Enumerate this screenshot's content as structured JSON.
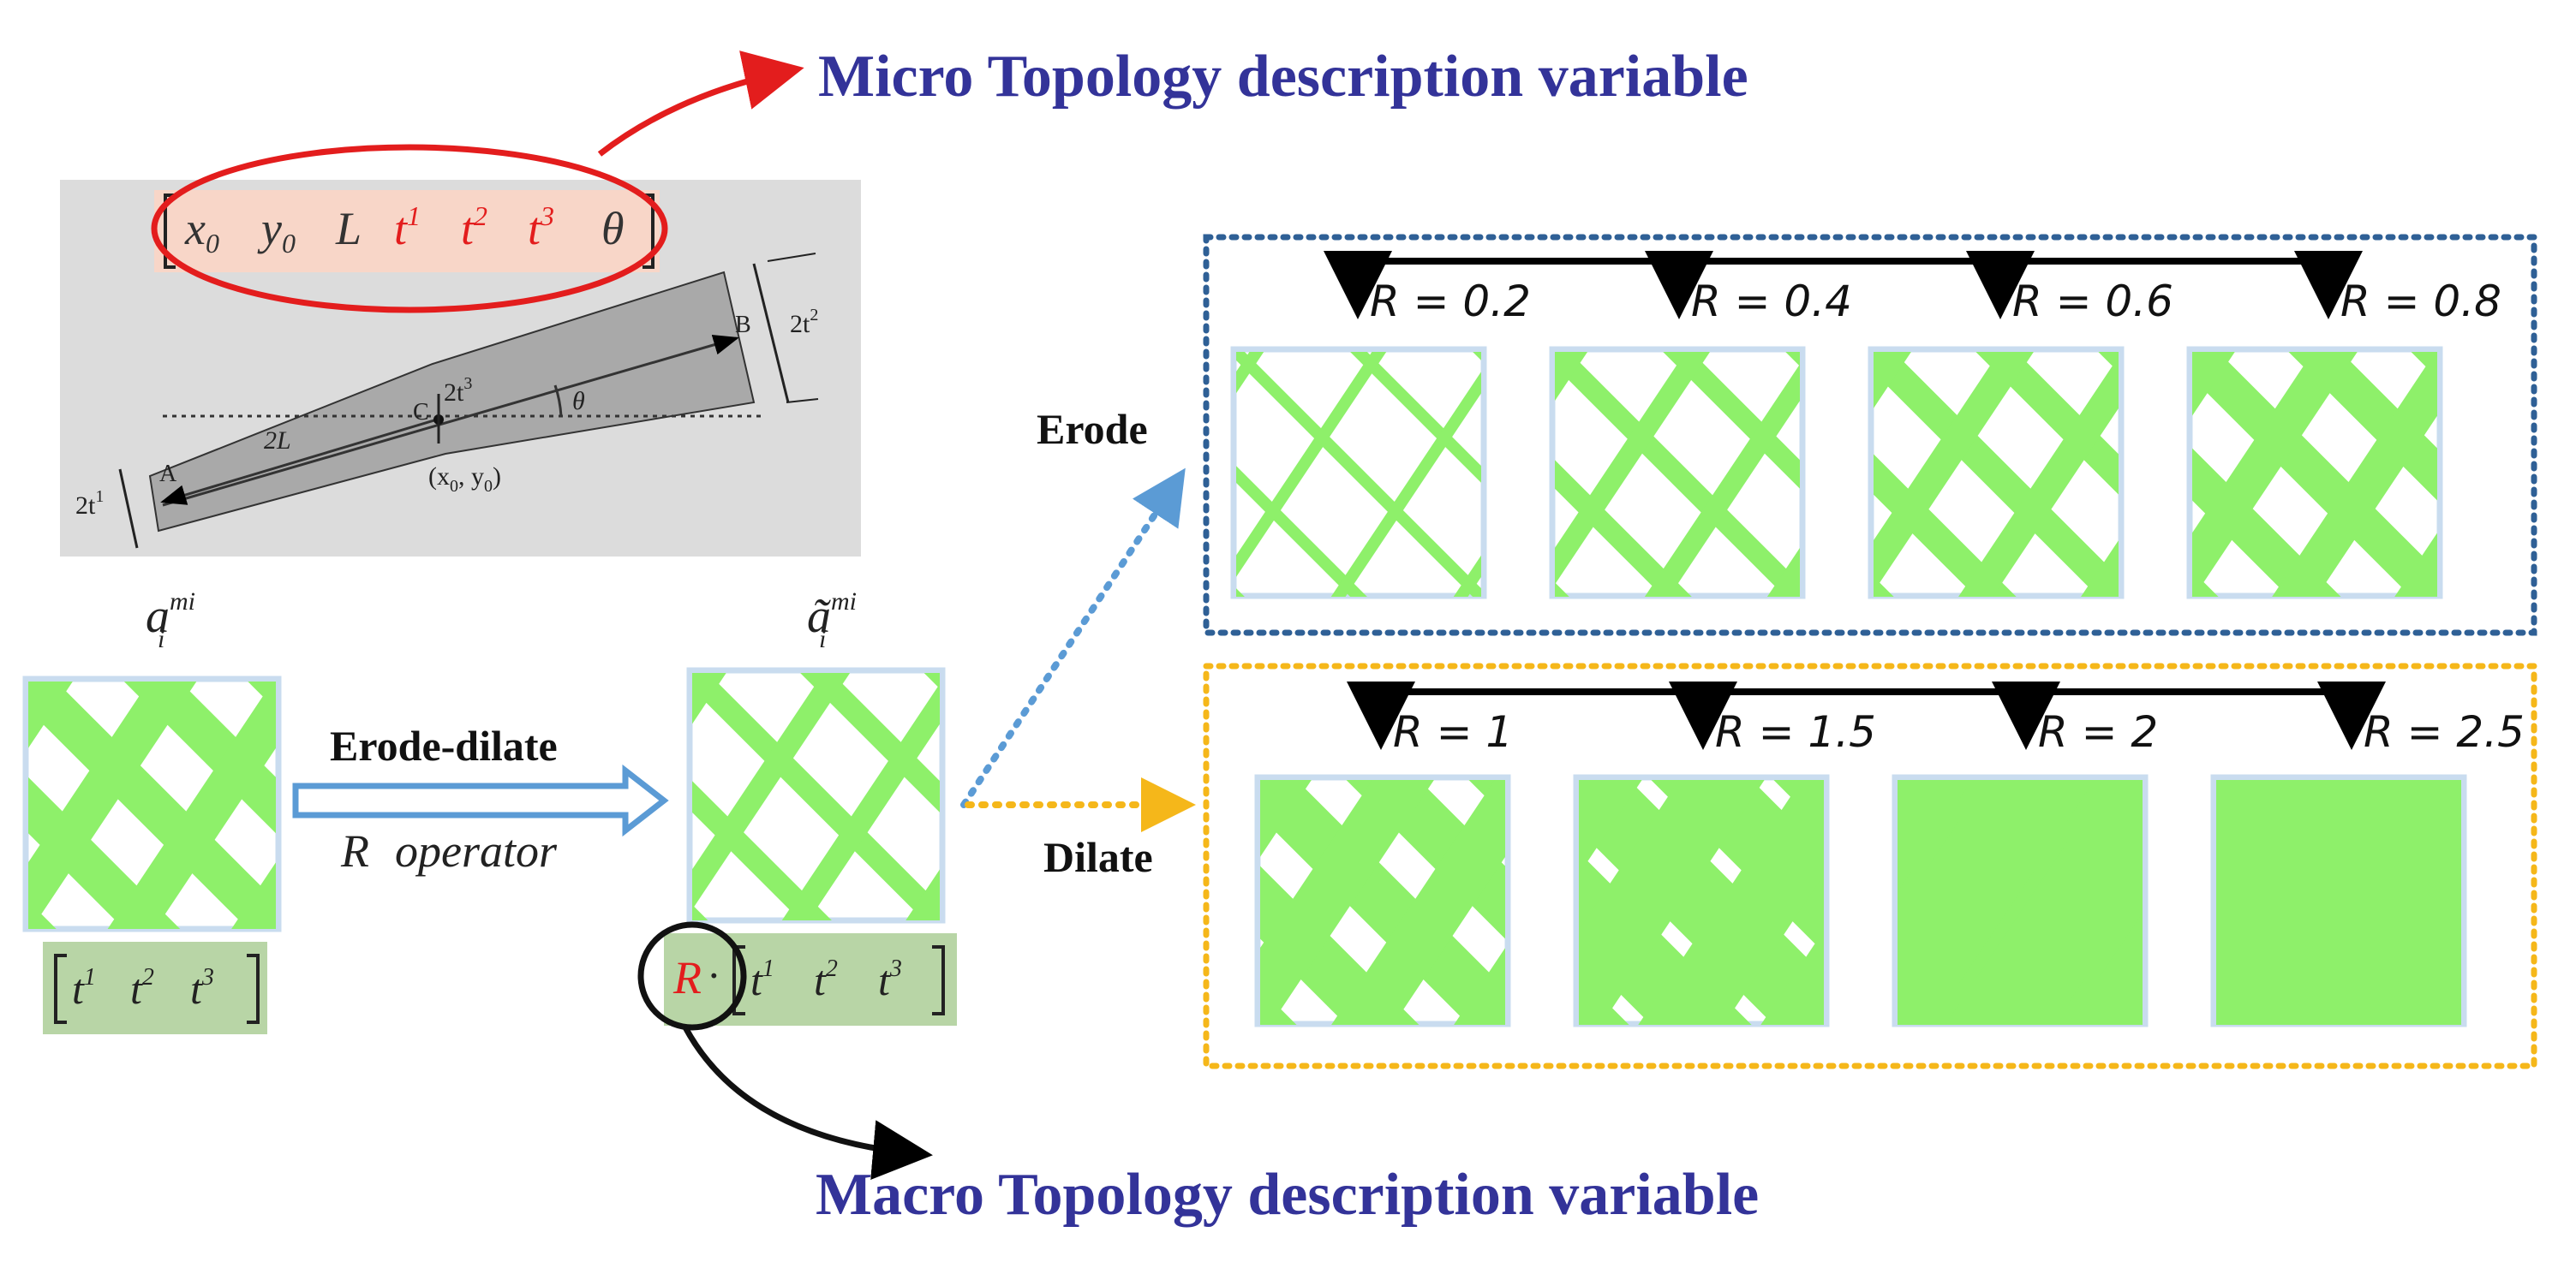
{
  "titles": {
    "micro": "Micro Topology description variable",
    "macro": "Macro Topology description variable"
  },
  "micro_vector": {
    "x0": "x",
    "x0_sub": "0",
    "y0": "y",
    "y0_sub": "0",
    "L": "L",
    "t1": "t",
    "t1_sup": "1",
    "t2": "t",
    "t2_sup": "2",
    "t3": "t",
    "t3_sup": "3",
    "theta": "θ"
  },
  "strut": {
    "label_A": "A",
    "label_B": "B",
    "label_C": "C",
    "label_2L": "2L",
    "label_theta": "θ",
    "label_2t1": "2t",
    "label_2t1_sup": "1",
    "label_2t2": "2t",
    "label_2t2_sup": "2",
    "label_2t3": "2t",
    "label_2t3_sup": "3",
    "label_center": "(x",
    "label_center_sub0": "0",
    "label_center_mid": ", y",
    "label_center_sub1": "0",
    "label_center_end": ")"
  },
  "original_cell": {
    "symbol": "a",
    "sub": "i",
    "sup": "mi",
    "vec_t1": "t",
    "vec_t1_sup": "1",
    "vec_t2": "t",
    "vec_t2_sup": "2",
    "vec_t3": "t",
    "vec_t3_sup": "3"
  },
  "operator": {
    "line1": "Erode-dilate",
    "line2_R": "R",
    "line2_rest": "operator"
  },
  "transformed_cell": {
    "symbol": "ã",
    "sub": "i",
    "sup": "mi",
    "R": "R",
    "dot": "·",
    "vec_t1": "t",
    "vec_t1_sup": "1",
    "vec_t2": "t",
    "vec_t2_sup": "2",
    "vec_t3": "t",
    "vec_t3_sup": "3"
  },
  "erode": {
    "label": "Erode",
    "R_values": [
      "R = 0.2",
      "R = 0.4",
      "R = 0.6",
      "R = 0.8"
    ],
    "strut_widths": [
      0.2,
      0.4,
      0.6,
      0.8
    ]
  },
  "dilate": {
    "label": "Dilate",
    "R_values": [
      "R = 1",
      "R = 1.5",
      "R = 2",
      "R = 2.5"
    ],
    "strut_widths": [
      1,
      1.5,
      2,
      2.5
    ]
  },
  "colors": {
    "title": "#333399",
    "red": "#e31d1d",
    "lattice": "#8ef06a",
    "cell_border": "#c9dcef",
    "erode_box": "#2f6096",
    "dilate_box": "#f5b71a",
    "arrow_blue": "#5b9bd5",
    "vector_bg": "#b8d5a6",
    "micro_bg": "#dcdcdc"
  }
}
